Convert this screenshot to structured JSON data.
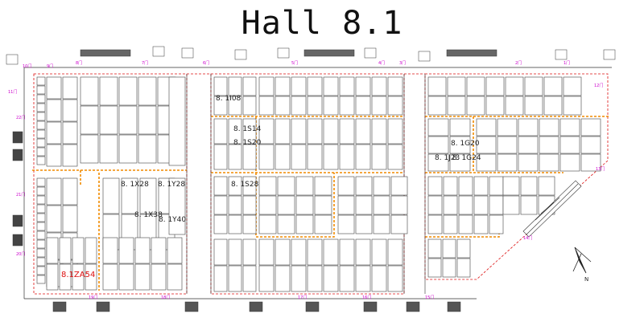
{
  "title": "Hall 8.1",
  "colors": {
    "hall_outline": "#d11",
    "aisle": "#f08a00",
    "door": "#d020d0",
    "booth_stroke": "#444",
    "column": "#111"
  },
  "halls": [
    {
      "id": "8.1A"
    },
    {
      "id": "8.1B"
    },
    {
      "id": "8.1C"
    }
  ],
  "labels": {
    "b1108": "8. 1I08",
    "b1514": "8. 1S14",
    "b1520": "8. 1S20",
    "b1620": "8. 1G20",
    "b1223": "8. 1J23",
    "b1624": "8. 1G24",
    "b1x28": "8. 1X28",
    "b1y28": "8. 1Y28",
    "b1x38": "8. 1X38",
    "b1y40": "8. 1Y40",
    "b1528": "8. 1S28",
    "b1za54": "8.1ZA54"
  },
  "doors": [
    "11门",
    "10门",
    "9门",
    "8门",
    "7门",
    "6门",
    "5门",
    "4门",
    "3门",
    "2门",
    "1门",
    "12门",
    "13门",
    "14门",
    "15门",
    "16门",
    "17门",
    "18门",
    "19门",
    "20门",
    "21门",
    "22门"
  ],
  "compass": "N"
}
